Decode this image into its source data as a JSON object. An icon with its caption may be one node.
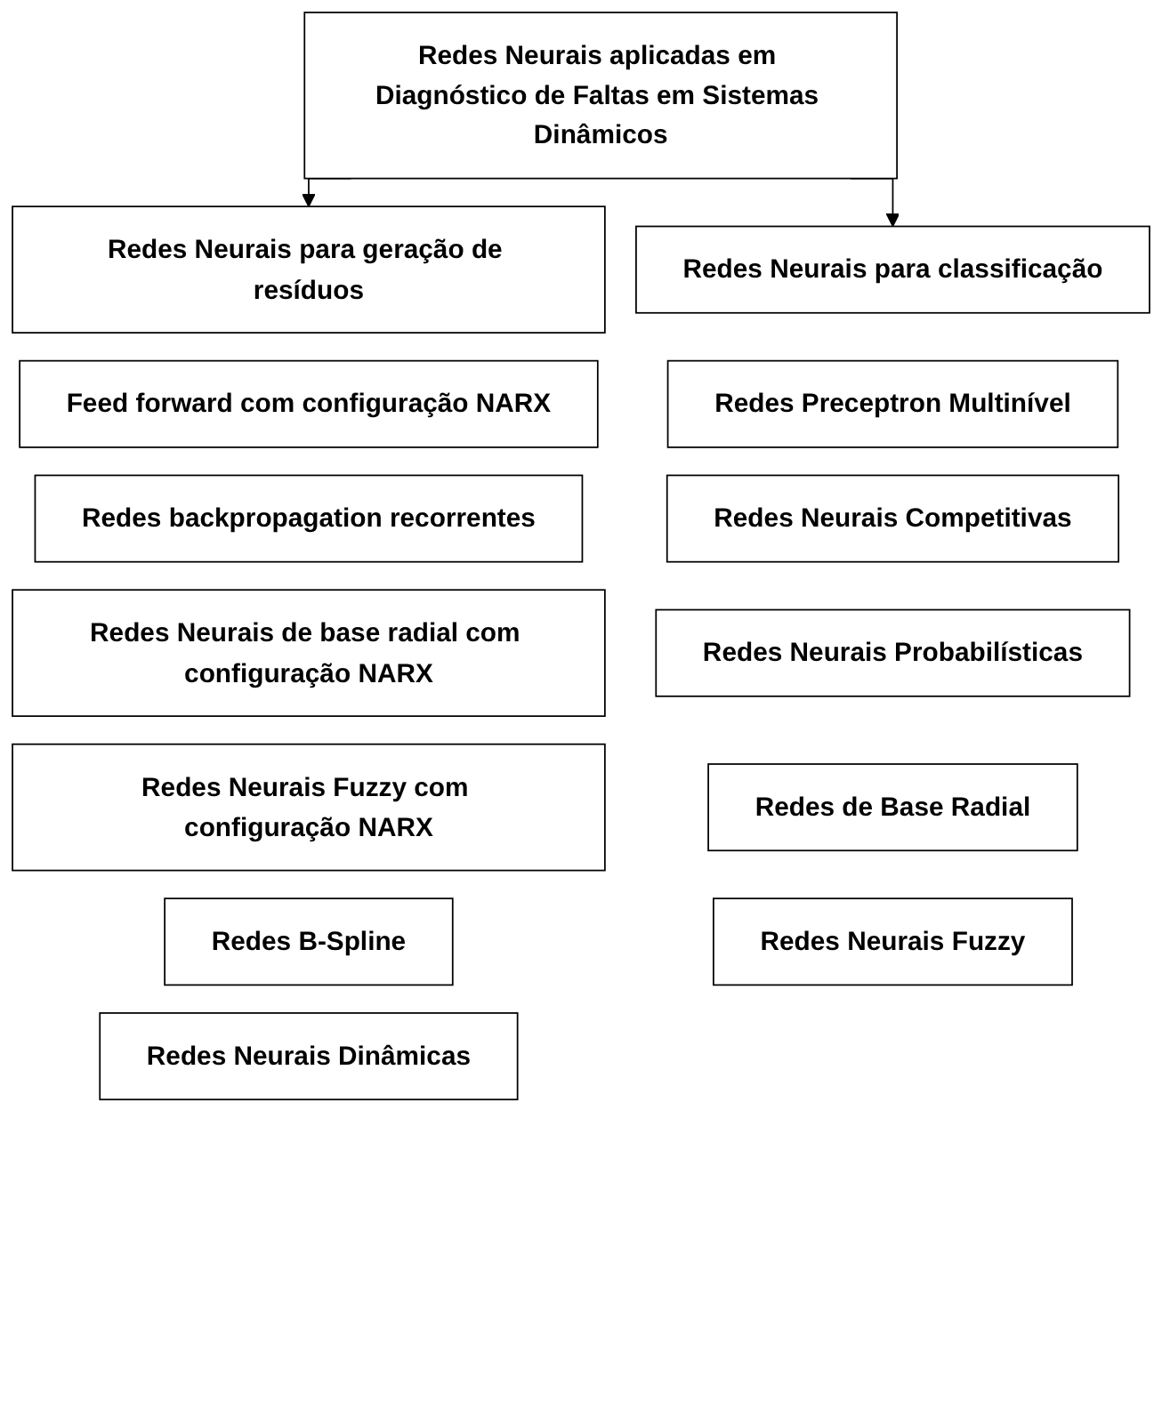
{
  "diagram": {
    "nodes": [
      {
        "text": [
          "Redes Neurais aplicadas em Diagnóstico de Faltas em Sistemas Dinâmicos"
        ]
      },
      {
        "text": [
          "Redes Neurais para geração de resíduos"
        ]
      },
      {
        "text": [
          "Redes Neurais para classificação"
        ]
      },
      {
        "text": [
          "Feed forward com configuração NARX"
        ]
      },
      {
        "text": [
          "Redes backpropagation recorrentes"
        ]
      },
      {
        "text": [
          "Redes Neurais de base radial com configuração NARX"
        ]
      },
      {
        "text": [
          "Redes Neurais Fuzzy com configuração NARX"
        ]
      },
      {
        "text": [
          "Redes B-Spline"
        ]
      },
      {
        "text": [
          "Redes Neurais Dinâmicas"
        ]
      },
      {
        "text": [
          "Redes Preceptron Multinível"
        ]
      },
      {
        "text": [
          "Redes Neurais Competitivas"
        ]
      },
      {
        "text": [
          "Redes Neurais Probabilísticas"
        ]
      },
      {
        "text": [
          "Redes de Base Radial"
        ]
      },
      {
        "text": [
          "Redes Neurais Fuzzy"
        ]
      }
    ],
    "edges": [
      {
        "from": 0,
        "to": 1,
        "arrow": "to"
      },
      {
        "from": 0,
        "to": 2,
        "arrow": "to"
      }
    ]
  }
}
